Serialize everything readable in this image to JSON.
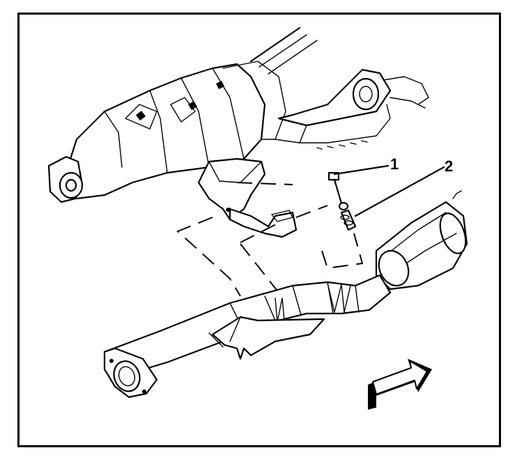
{
  "callouts": [
    {
      "id": "1",
      "label": "1"
    },
    {
      "id": "2",
      "label": "2"
    }
  ],
  "colors": {
    "line": "#000000",
    "background": "#ffffff"
  },
  "icons": [
    "front-direction-arrow-icon"
  ]
}
